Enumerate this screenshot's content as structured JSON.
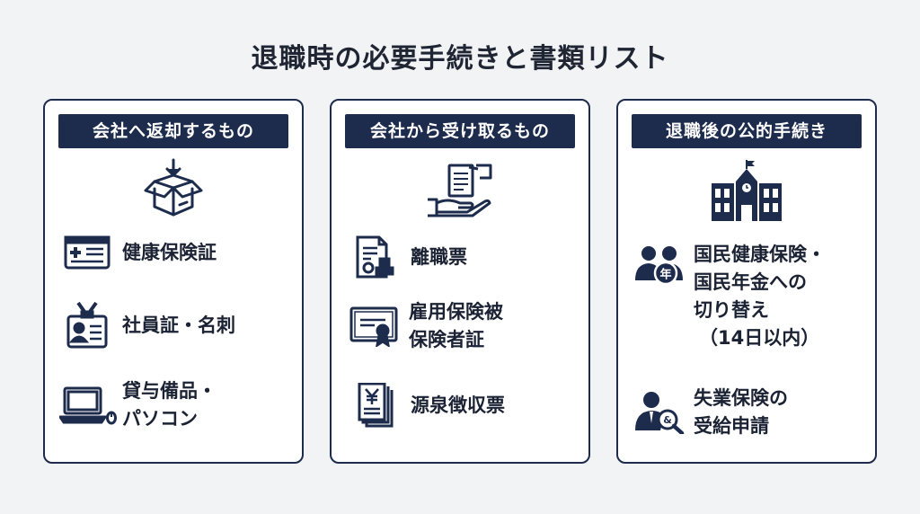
{
  "title": "退職時の必要手続きと書類リスト",
  "colors": {
    "navy": "#1d2c4d",
    "accent": "#e8731c",
    "background": "#f2f3f5"
  },
  "cards": [
    {
      "header": "会社へ返却するもの",
      "hero_icon": "box-return-icon",
      "items": [
        {
          "icon": "health-card-icon",
          "label": "健康保険証"
        },
        {
          "icon": "id-badge-icon",
          "label": "社員証・名刺"
        },
        {
          "icon": "laptop-mouse-icon",
          "label": "貸与備品・\nパソコン"
        }
      ]
    },
    {
      "header": "会社から受け取るもの",
      "hero_icon": "hand-receive-document-icon",
      "items": [
        {
          "icon": "stamped-document-icon",
          "label": "離職票"
        },
        {
          "icon": "certificate-icon",
          "label": "雇用保険被\n保険者証"
        },
        {
          "icon": "yen-documents-icon",
          "label": "源泉徴収票"
        }
      ]
    },
    {
      "header": "退職後の公的手続き",
      "hero_icon": "government-building-icon",
      "items": [
        {
          "icon": "people-pension-icon",
          "label": "国民健康保険・\n国民年金への\n切り替え",
          "note": "（14日以内）"
        },
        {
          "icon": "job-search-person-icon",
          "label": "失業保険の\n受給申請"
        }
      ]
    }
  ]
}
